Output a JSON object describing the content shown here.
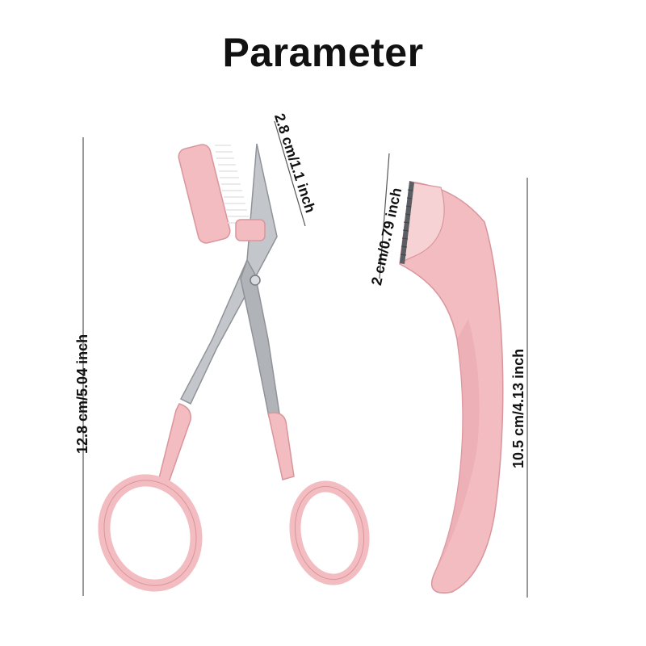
{
  "title": "Parameter",
  "colors": {
    "handle_pink": "#f2bcc0",
    "handle_shadow": "#d9959c",
    "steel": "#b9bcc1",
    "dimension_line": "#555555"
  },
  "dimensions": {
    "scissors_length": "12.8 cm/5.04 inch",
    "comb_width": "2.8 cm/1.1 inch",
    "razor_blade_width": "2 cm/0.79 inch",
    "razor_length": "10.5 cm/4.13 inch"
  },
  "icons": {
    "scissors": "eyebrow-scissors-with-comb-icon",
    "razor": "eyebrow-razor-icon"
  }
}
